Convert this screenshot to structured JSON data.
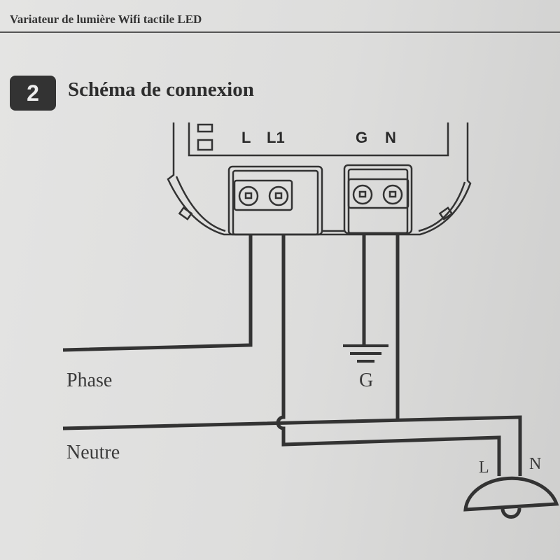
{
  "header": {
    "title": "Variateur de lumière Wifi tactile LED"
  },
  "section": {
    "number": "2",
    "title": "Schéma de connexion"
  },
  "diagram": {
    "terminals": [
      "L",
      "L1",
      "G",
      "N"
    ],
    "labels": {
      "phase": "Phase",
      "neutre": "Neutre",
      "ground": "G",
      "lamp_l": "L",
      "lamp_n": "N"
    }
  }
}
